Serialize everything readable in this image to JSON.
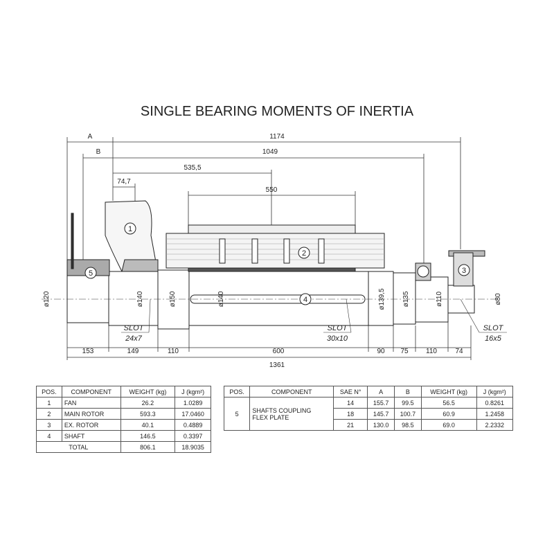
{
  "title": "SINGLE BEARING MOMENTS OF INERTIA",
  "dims": {
    "A": "A",
    "B": "B",
    "d1174": "1174",
    "d1049": "1049",
    "d535": "535,5",
    "d747": "74,7",
    "d550": "550",
    "bottom": [
      "153",
      "149",
      "110",
      "600",
      "90",
      "75",
      "110",
      "74"
    ],
    "total": "1361",
    "diam": [
      "ø120",
      "ø140",
      "ø150",
      "ø140",
      "ø139,5",
      "ø135",
      "ø110",
      "ø80"
    ]
  },
  "callouts": [
    "1",
    "2",
    "3",
    "4",
    "5"
  ],
  "slots": [
    {
      "label": "SLOT",
      "size": "24x7"
    },
    {
      "label": "SLOT",
      "size": "30x10"
    },
    {
      "label": "SLOT",
      "size": "16x5"
    }
  ],
  "table1": {
    "headers": [
      "POS.",
      "COMPONENT",
      "WEIGHT (kg)",
      "J (kgm²)"
    ],
    "rows": [
      [
        "1",
        "FAN",
        "26.2",
        "1.0289"
      ],
      [
        "2",
        "MAIN ROTOR",
        "593.3",
        "17.0460"
      ],
      [
        "3",
        "EX. ROTOR",
        "40.1",
        "0.4889"
      ],
      [
        "4",
        "SHAFT",
        "146.5",
        "0.3397"
      ]
    ],
    "total": {
      "label": "TOTAL",
      "weight": "806.1",
      "j": "18.9035"
    }
  },
  "table2": {
    "headers": [
      "POS.",
      "COMPONENT",
      "SAE N°",
      "A",
      "B",
      "WEIGHT (kg)",
      "J (kgm²)"
    ],
    "pos": "5",
    "component_line1": "SHAFTS COUPLING",
    "component_line2": "FLEX PLATE",
    "rows": [
      [
        "14",
        "155.7",
        "99.5",
        "56.5",
        "0.8261"
      ],
      [
        "18",
        "145.7",
        "100.7",
        "60.9",
        "1.2458"
      ],
      [
        "21",
        "130.0",
        "98.5",
        "69.0",
        "2.2332"
      ]
    ]
  }
}
